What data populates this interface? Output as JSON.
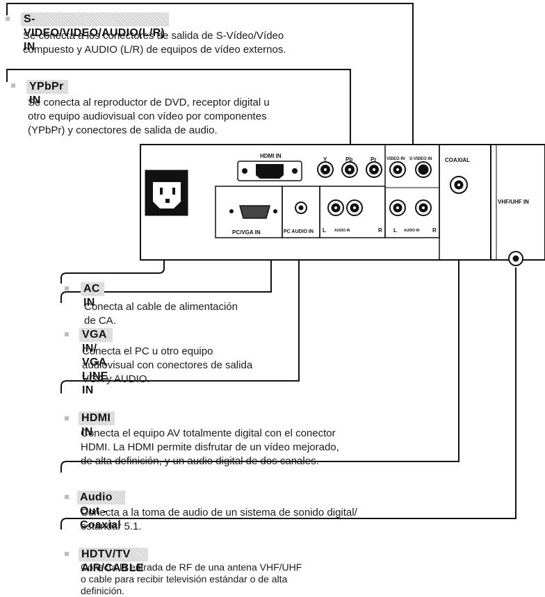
{
  "connectors": [
    {
      "id": "svideo",
      "title": "S-VIDEO/VIDEO/AUDIO(L/R) IN",
      "lines": [
        "Se conecta a los conectores de salida de S-Vídeo/Vídeo",
        "compuesto y AUDIO (L/R) de equipos de vídeo externos."
      ]
    },
    {
      "id": "ypbpr",
      "title": "YPbPr IN",
      "lines": [
        "Se conecta al reproductor de DVD, receptor digital u",
        "otro equipo audiovisual con vídeo por componentes",
        "(YPbPr) y conectores de salida de audio."
      ]
    },
    {
      "id": "acin",
      "title": "AC IN",
      "lines": [
        "Conecta al cable de alimentación",
        "de CA."
      ]
    },
    {
      "id": "vga",
      "title": "VGA IN/ VGA LINE IN",
      "lines": [
        "Conecta el PC u otro equipo",
        "audiovisual con conectores de salida",
        "VGA y AUDIO."
      ]
    },
    {
      "id": "hdmi",
      "title": "HDMI IN",
      "lines": [
        "Conecta el equipo AV totalmente digital con el conector",
        "HDMI. La HDMI permite disfrutar de un vídeo mejorado,",
        "de alta definición, y un audio digital de dos canales."
      ]
    },
    {
      "id": "coax",
      "title": "Audio Out - Coaxial",
      "lines": [
        "Conecta a la toma de audio de un sistema de sonido digital/",
        "estándar 5.1."
      ]
    },
    {
      "id": "hdtv",
      "title": "HDTV/TV AIR/CABLE",
      "lines": [
        "Conecta la entrada de RF de una antena VHF/UHF",
        "o cable para recibir televisión estándar o de alta",
        "definición."
      ]
    }
  ],
  "panel_labels": {
    "hdmi_in": "HDMI IN",
    "y": "Y",
    "pb": "Pb",
    "pr": "Pr",
    "pc_vga_in": "PC/VGA IN",
    "pc_audio_in": "PC AUDIO IN",
    "l": "L",
    "audio_in": "AUDIO IN",
    "r": "R",
    "video_in": "VIDEO IN",
    "s_video_in": "S-VIDEO IN",
    "coaxial": "COAXIAL",
    "vhf_uhf_in": "VHF/UHF IN"
  }
}
